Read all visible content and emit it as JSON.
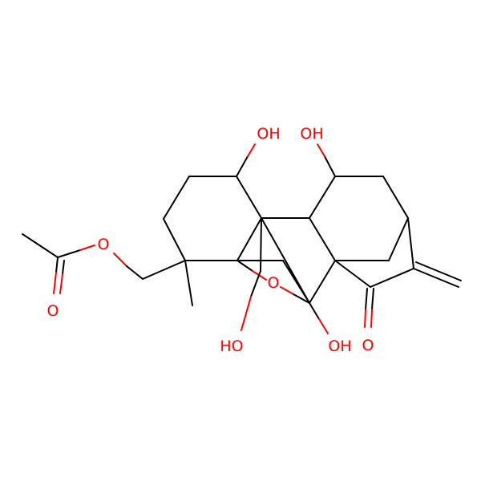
{
  "molecule": {
    "atom_labels": {
      "oh_1": "OH",
      "oh_2": "OH",
      "oh_3": "HO",
      "oh_4": "OH",
      "ester_o": "O",
      "carbonyl_o_acetyl": "O",
      "bridge_o": "O",
      "ketone_o": "O"
    },
    "colors": {
      "bond": "#000000",
      "heteroatom": "#ff0000",
      "background": "#ffffff"
    }
  }
}
